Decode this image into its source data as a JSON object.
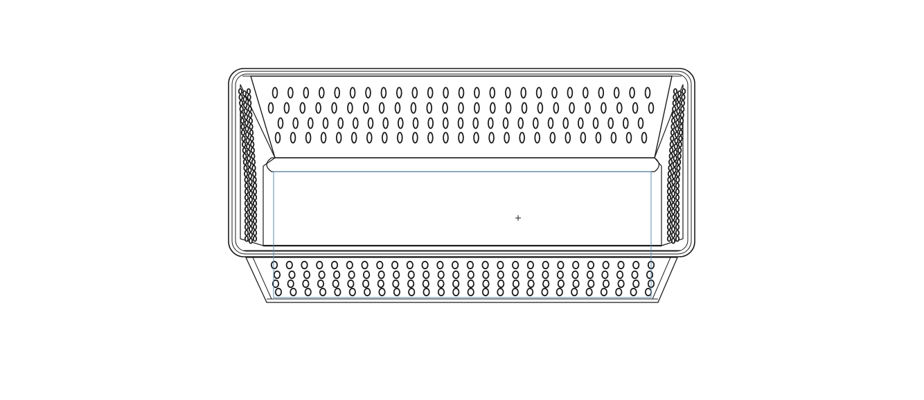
{
  "drawing": {
    "subject": "perforated-rectangular-basket",
    "view": "isometric-line-drawing",
    "style": {
      "background": "#ffffff",
      "line_color": "#1a1a1a",
      "hole_fill": "#ffffff",
      "selection_color": "#5a8fb8"
    },
    "perforation_grid": {
      "back_wall_rows": 4,
      "back_wall_cols": 25,
      "front_wall_rows": 4,
      "front_wall_cols": 26
    },
    "selection_box": {
      "visible": true
    },
    "cursor": {
      "type": "crosshair",
      "symbol": "+"
    }
  }
}
